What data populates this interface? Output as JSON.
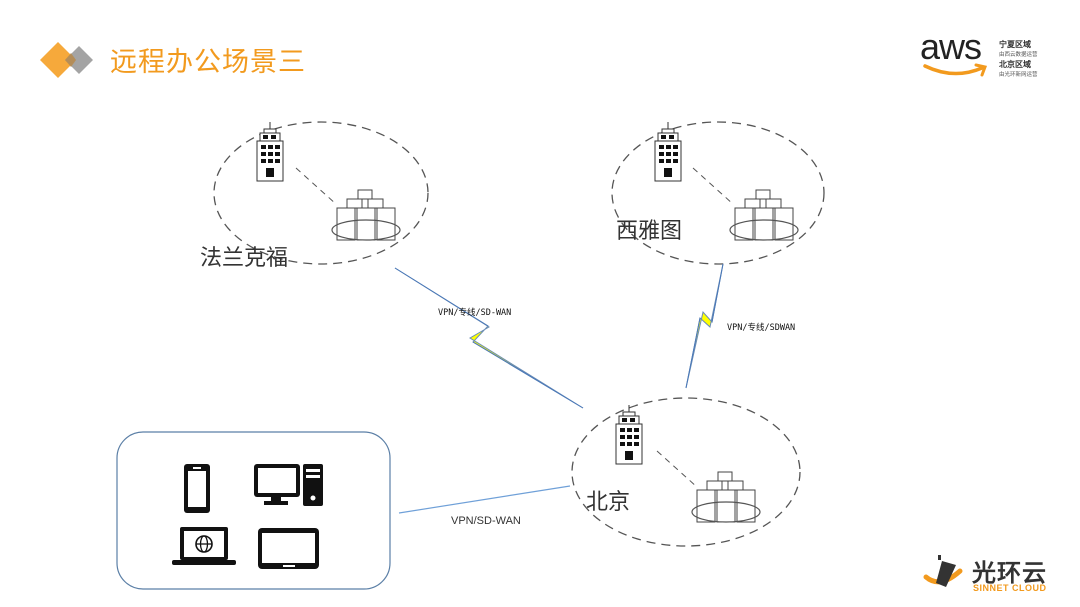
{
  "header": {
    "title": "远程办公场景三",
    "logo_icon": "diamond-logo-icon"
  },
  "aws_logo": {
    "text": "aws",
    "region1": "宁夏区域",
    "region1_sub": "由西云数据运营",
    "region2": "北京区域",
    "region2_sub": "由光环新网运营",
    "accent_color": "#f29a1e"
  },
  "sites": [
    {
      "name": "法兰克福",
      "icons": [
        "office-building-icon",
        "server-cluster-icon"
      ]
    },
    {
      "name": "西雅图",
      "icons": [
        "office-building-icon",
        "server-cluster-icon"
      ]
    },
    {
      "name": "北京",
      "icons": [
        "office-building-icon",
        "server-cluster-icon"
      ]
    }
  ],
  "links": [
    {
      "from": "法兰克福",
      "to": "北京",
      "label": "VPN/专线/SD-WAN",
      "icon": "lightning-bolt-icon"
    },
    {
      "from": "西雅图",
      "to": "北京",
      "label": "VPN/专线/SDWAN",
      "icon": "lightning-bolt-icon"
    },
    {
      "from": "远程终端",
      "to": "北京",
      "label": "VPN/SD-WAN"
    }
  ],
  "devices": {
    "items": [
      "smartphone-icon",
      "desktop-computer-icon",
      "laptop-globe-icon",
      "tablet-icon"
    ]
  },
  "footer_logo": {
    "name_cn": "光环云",
    "name_en": "SINNET CLOUD"
  },
  "colors": {
    "title_orange": "#f29a1e",
    "bolt_yellow": "#ffff00",
    "link_blue": "#4a78b8",
    "box_border": "#5b7fa6"
  }
}
